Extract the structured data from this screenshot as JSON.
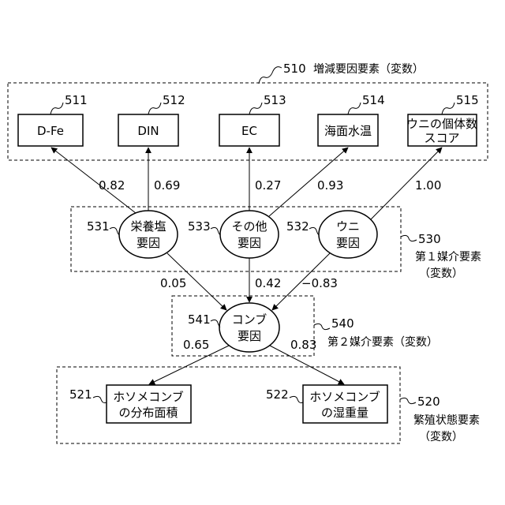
{
  "group_510": {
    "ref": "510",
    "label": "増減要因要素（変数）"
  },
  "group_530": {
    "ref": "530",
    "line1": "第１媒介要素",
    "line2": "（変数）"
  },
  "group_540": {
    "ref": "540",
    "label": "第２媒介要素（変数）"
  },
  "group_520": {
    "ref": "520",
    "line1": "繁殖状態要素",
    "line2": "（変数）"
  },
  "factors": [
    {
      "ref": "511",
      "label": "D-Fe"
    },
    {
      "ref": "512",
      "label": "DIN"
    },
    {
      "ref": "513",
      "label": "EC"
    },
    {
      "ref": "514",
      "label": "海面水温"
    },
    {
      "ref": "515",
      "line1": "ウニの個体数",
      "line2": "スコア"
    }
  ],
  "mediators1": [
    {
      "ref": "531",
      "line1": "栄養塩",
      "line2": "要因"
    },
    {
      "ref": "533",
      "line1": "その他",
      "line2": "要因"
    },
    {
      "ref": "532",
      "line1": "ウニ",
      "line2": "要因"
    }
  ],
  "mediator2": {
    "ref": "541",
    "line1": "コンブ",
    "line2": "要因"
  },
  "outcomes": [
    {
      "ref": "521",
      "line1": "ホソメコンブ",
      "line2": "の分布面積"
    },
    {
      "ref": "522",
      "line1": "ホソメコンブ",
      "line2": "の湿重量"
    }
  ],
  "coefficients": {
    "nutrient_dfe": "0.82",
    "nutrient_din": "0.69",
    "other_ec": "0.27",
    "other_sst": "0.93",
    "urchin_score": "1.00",
    "nutrient_kelp": "0.05",
    "other_kelp": "0.42",
    "urchin_kelp": "−0.83",
    "kelp_area": "0.65",
    "kelp_weight": "0.83"
  }
}
